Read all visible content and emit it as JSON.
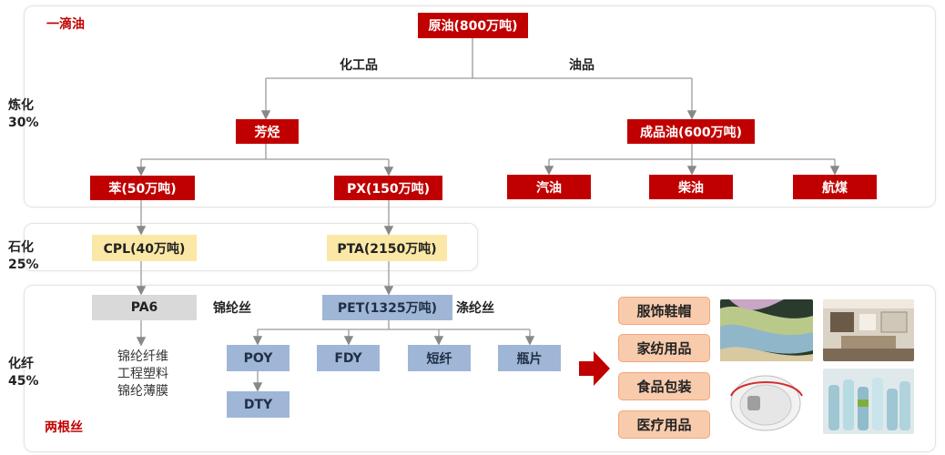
{
  "section_tags": {
    "top": "一滴油",
    "bottom": "两根丝"
  },
  "side_labels": {
    "refining": {
      "name": "炼化",
      "pct": "30%"
    },
    "petrochem": {
      "name": "石化",
      "pct": "25%"
    },
    "fiber": {
      "name": "化纤",
      "pct": "45%"
    }
  },
  "branch_labels": {
    "chemicals": "化工品",
    "oil_products": "油品",
    "nylon_yarn": "锦纶丝",
    "polyester_yarn": "涤纶丝"
  },
  "nodes": {
    "crude": "原油(800万吨)",
    "aromatics": "芳烃",
    "refined_oil": "成品油(600万吨)",
    "benzene": "苯(50万吨)",
    "px": "PX(150万吨)",
    "gasoline": "汽油",
    "diesel": "柴油",
    "jet_fuel": "航煤",
    "cpl": "CPL(40万吨)",
    "pta": "PTA(2150万吨)",
    "pa6": "PA6",
    "pet": "PET(1325万吨)",
    "poy": "POY",
    "fdy": "FDY",
    "staple": "短纤",
    "bottle_chip": "瓶片",
    "dty": "DTY"
  },
  "pa6_products": [
    "锦纶纤维",
    "工程塑料",
    "锦纶薄膜"
  ],
  "end_uses": [
    "服饰鞋帽",
    "家纺用品",
    "食品包装",
    "医疗用品"
  ],
  "colors": {
    "red": "#c00000",
    "yellow": "#fbe8a6",
    "gray": "#d9d9d9",
    "blue": "#9fb6d6",
    "peach": "#f8cbad"
  },
  "images": [
    "fabric-photo",
    "interior-photo",
    "mask-photo",
    "bottles-photo"
  ]
}
